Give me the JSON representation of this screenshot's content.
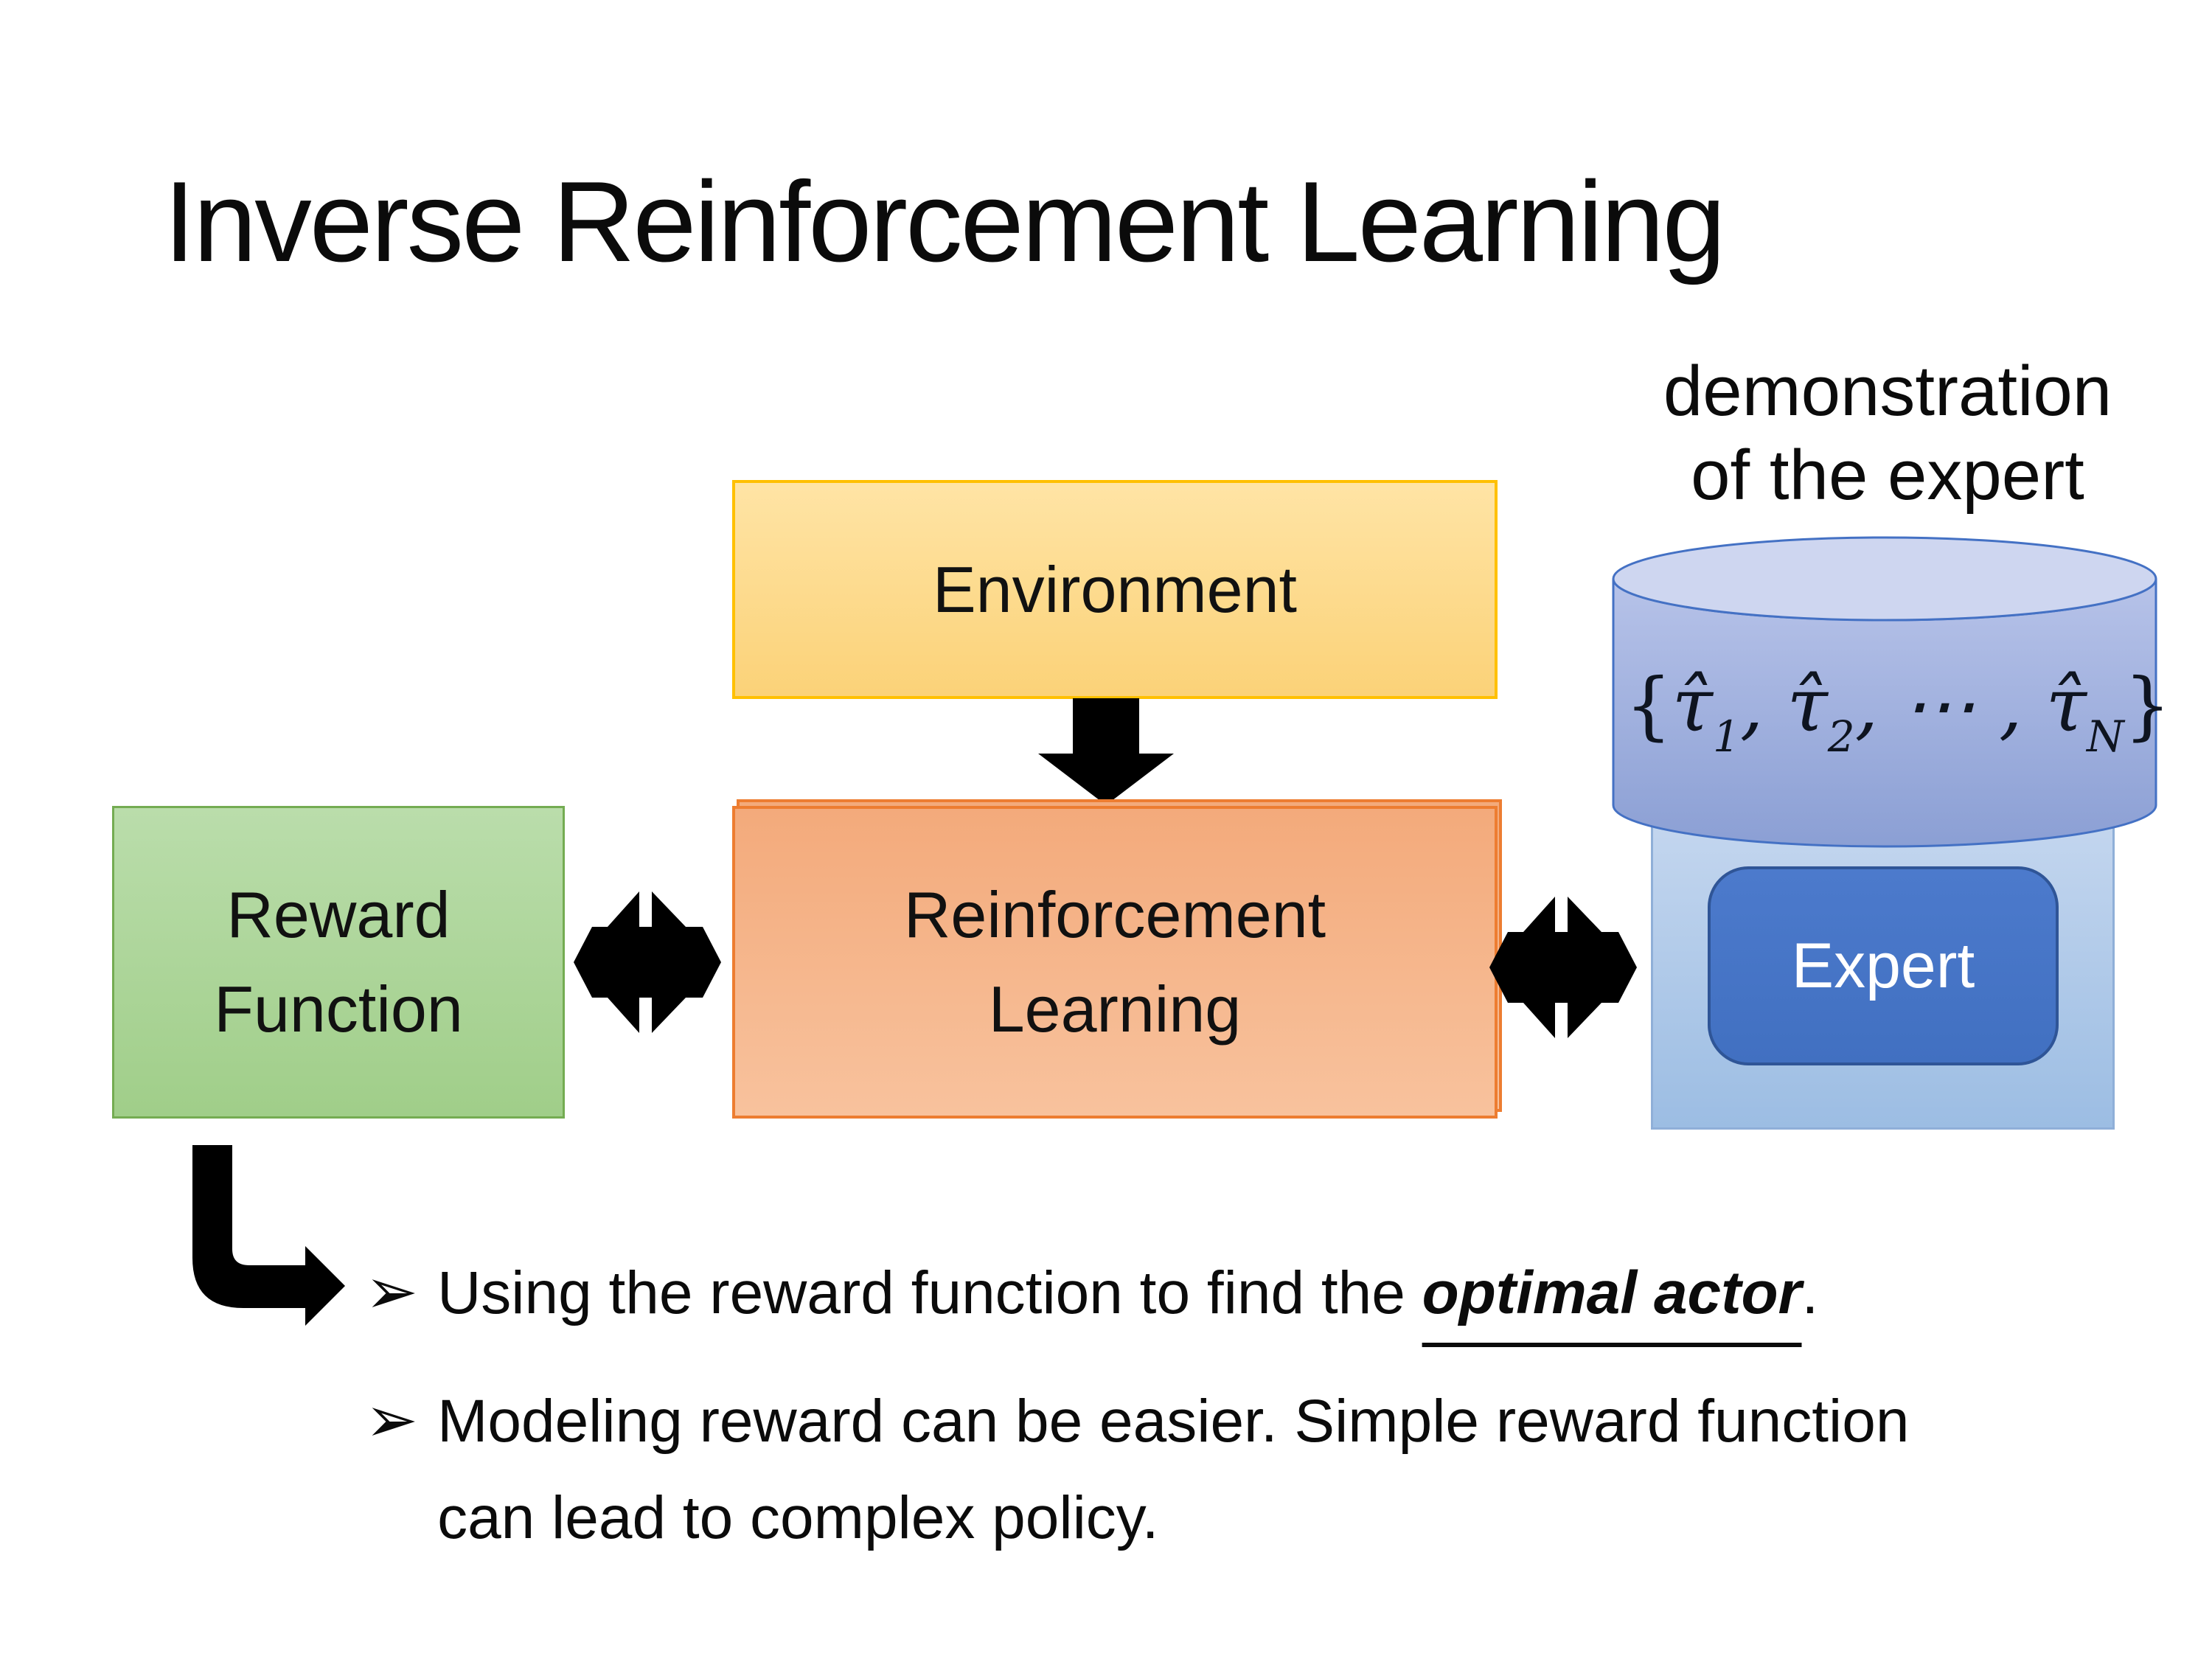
{
  "slide": {
    "title": "Inverse Reinforcement Learning",
    "annotation": {
      "line1": "demonstration",
      "line2": "of the expert"
    },
    "boxes": {
      "environment": {
        "label": "Environment"
      },
      "reward_function": {
        "line1": "Reward",
        "line2": "Function"
      },
      "reinforcement_learning": {
        "line1": "Reinforcement",
        "line2": "Learning"
      },
      "expert": {
        "label": "Expert"
      }
    },
    "math": {
      "brace_open": "{",
      "tau": "τ̂",
      "sub1": "1",
      "sub2": "2",
      "subN": "N",
      "sep": ", ",
      "mid": ", ⋯ , ",
      "brace_close": "}"
    },
    "bullets": {
      "marker": "➢",
      "item1": {
        "prefix": "Using the reward function to find the ",
        "emphasis": "optimal actor",
        "suffix": "."
      },
      "item2": {
        "text": "Modeling reward can be easier. Simple reward function can lead to complex policy."
      }
    },
    "icons": {
      "down_arrow": "down-arrow-icon",
      "double_arrow": "double-arrow-icon",
      "elbow_arrow": "elbow-right-arrow-icon",
      "cylinder": "database-cylinder-icon"
    },
    "colors": {
      "environment_border": "#FFC000",
      "environment_fill": "#FCD77E",
      "rl_border": "#ED7D31",
      "rl_fill": "#F5B78C",
      "reward_border": "#74AC52",
      "reward_fill": "#ACD599",
      "expert_panel_fill": "#AFCBE9",
      "expert_button_fill": "#4472C4",
      "expert_button_border": "#2F5597",
      "cylinder_fill": "#9BACDC",
      "cylinder_border": "#4471C4",
      "arrow_color": "#000000",
      "text_color": "#0b0b0b"
    }
  }
}
